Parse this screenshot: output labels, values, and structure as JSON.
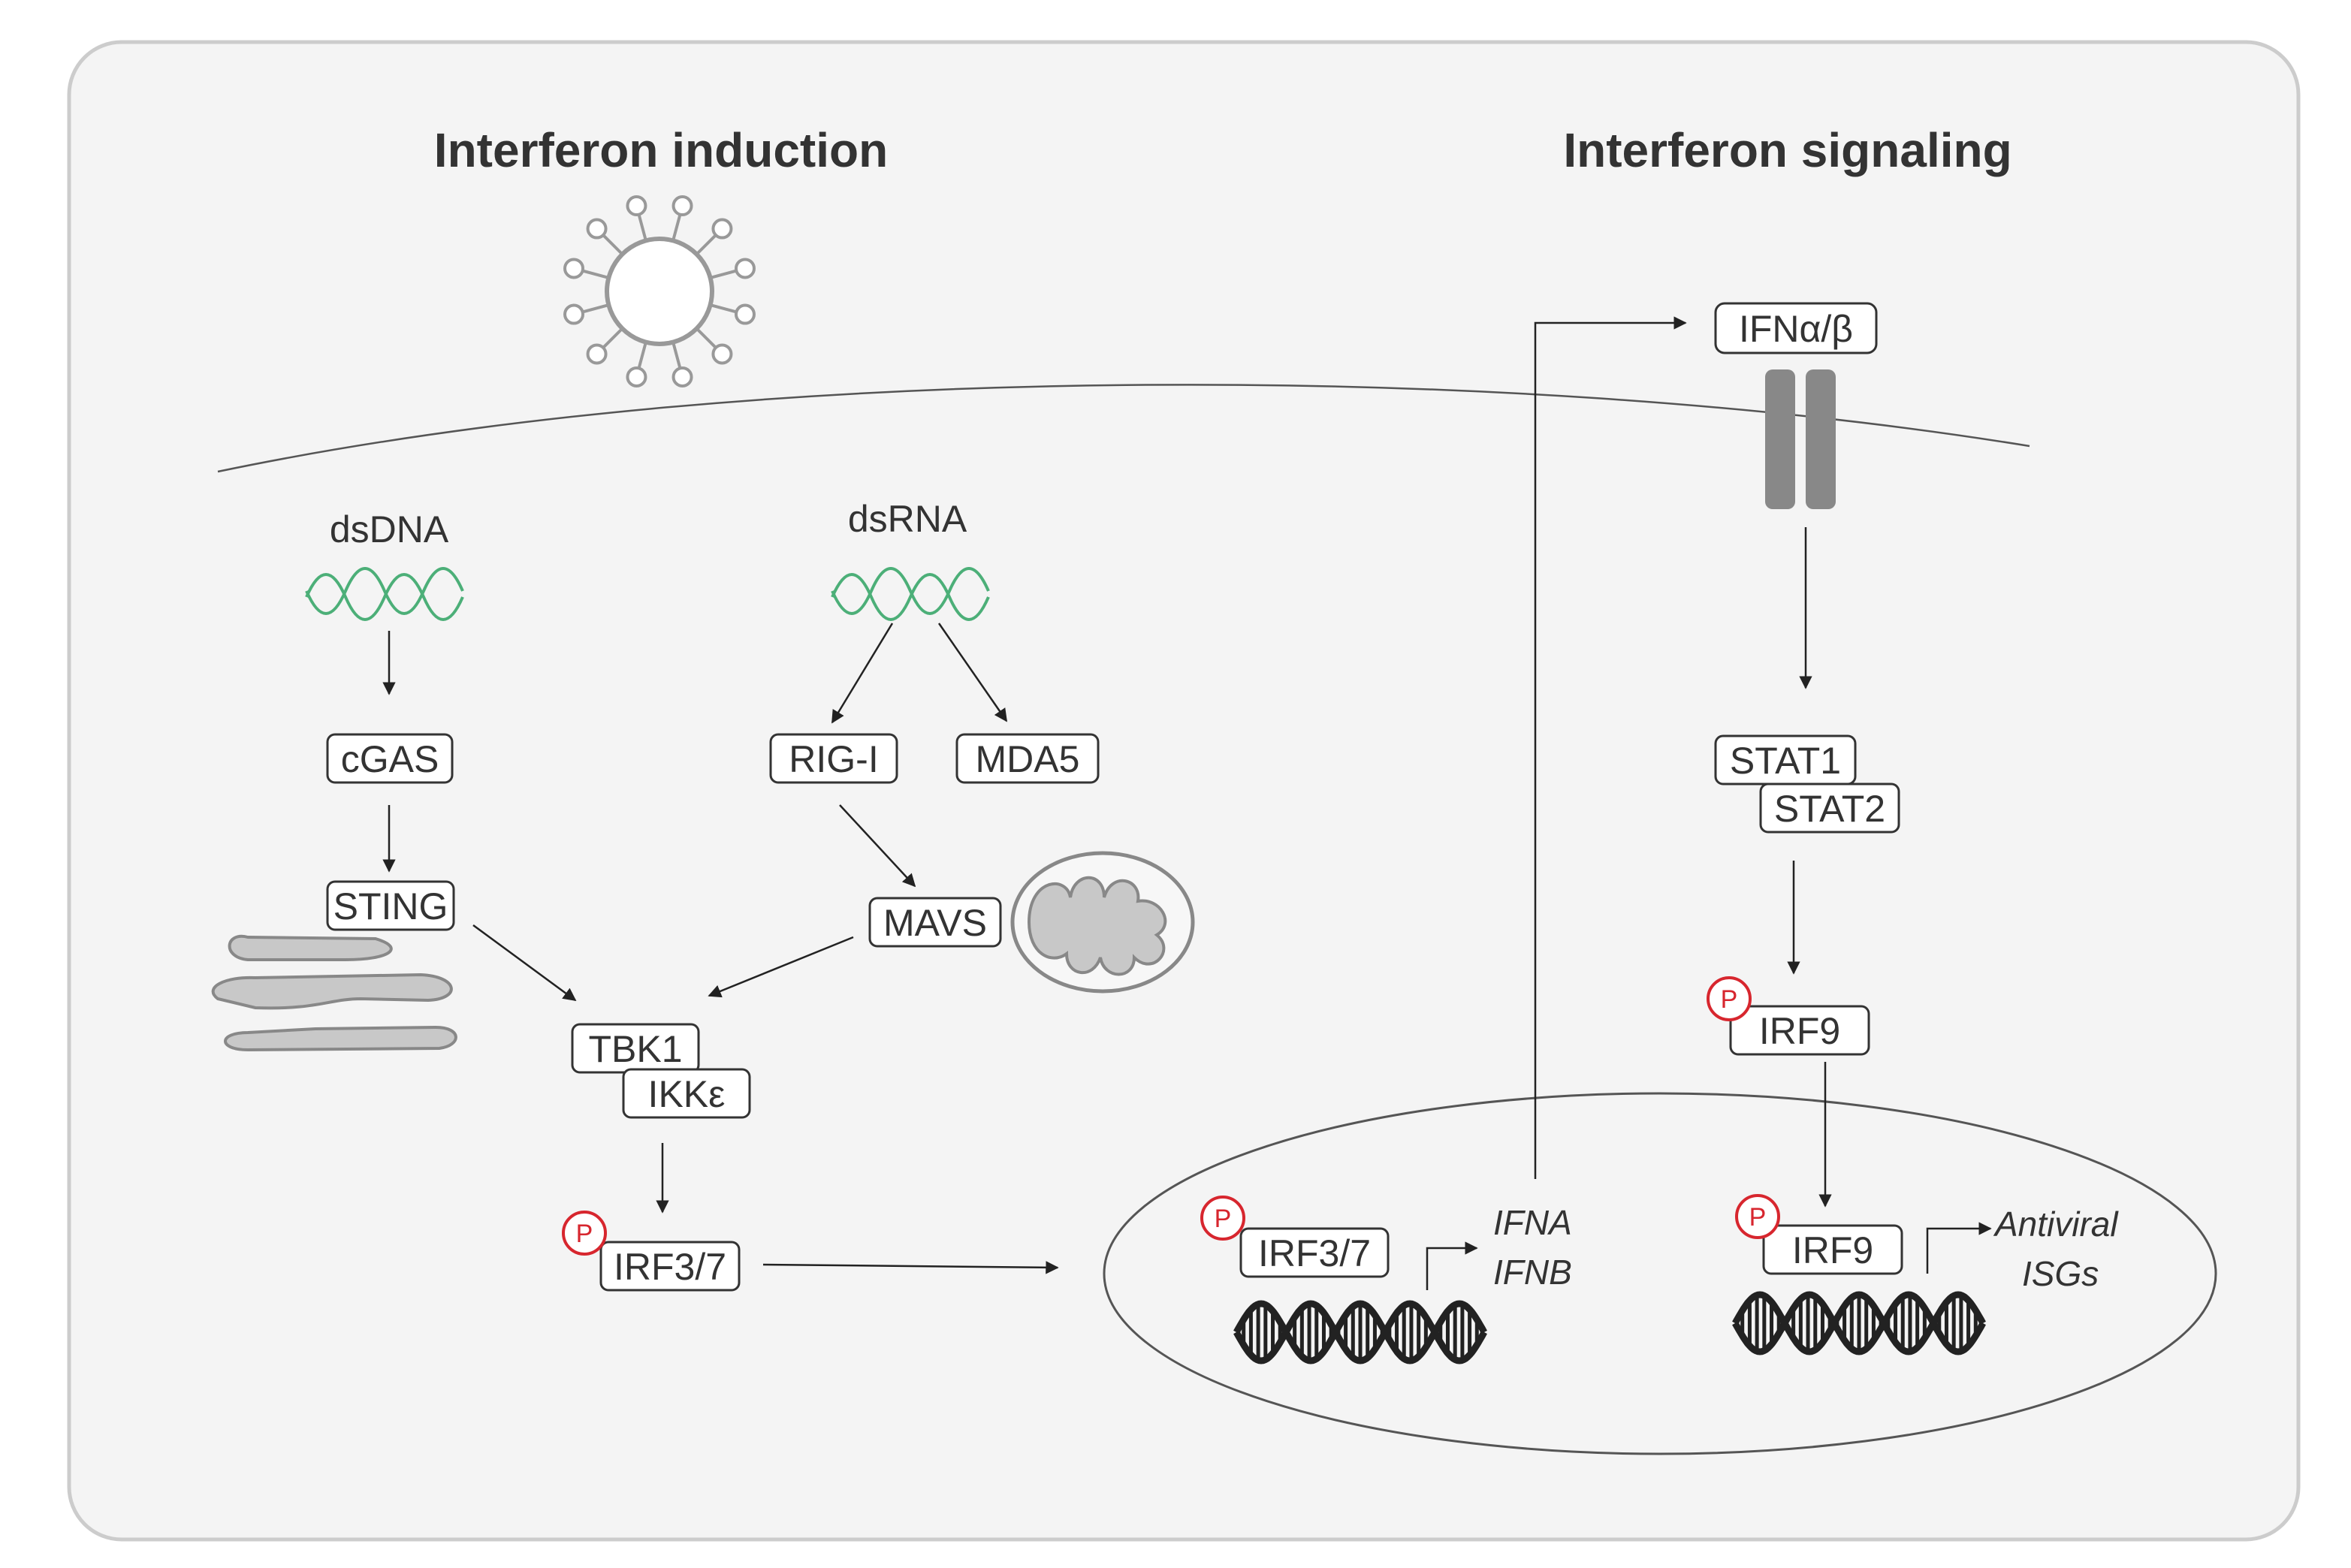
{
  "titles": {
    "left": "Interferon induction",
    "right": "Interferon signaling"
  },
  "labels": {
    "dsdna": "dsDNA",
    "dsrna": "dsRNA"
  },
  "nodes": {
    "cgas": "cGAS",
    "sting": "STING",
    "rigi": "RIG-I",
    "mda5": "MDA5",
    "mavs": "MAVS",
    "tbk1": "TBK1",
    "ikke": "IKKε",
    "irf37_cyto": "IRF3/7",
    "irf37_nuc": "IRF3/7",
    "ifnab": "IFNα/β",
    "stat1": "STAT1",
    "stat2": "STAT2",
    "irf9_cyto": "IRF9",
    "irf9_nuc": "IRF9"
  },
  "phospho_label": "P",
  "genes": {
    "ifna": "IFNA",
    "ifnb": "IFNB",
    "antiviral": "Antiviral",
    "isgs": "ISGs"
  },
  "colors": {
    "panel_bg": "#f4f4f4",
    "panel_border": "#cccccc",
    "nucleic_acid": "#4caf78",
    "phospho": "#d7262e",
    "organelle": "#c8c8c8",
    "receptor": "#888888"
  },
  "icons": {
    "virus": "virus-icon",
    "er": "endoplasmic-reticulum-icon",
    "mito": "mitochondrion-icon",
    "receptor": "receptor-icon",
    "dna": "dna-helix-icon"
  }
}
